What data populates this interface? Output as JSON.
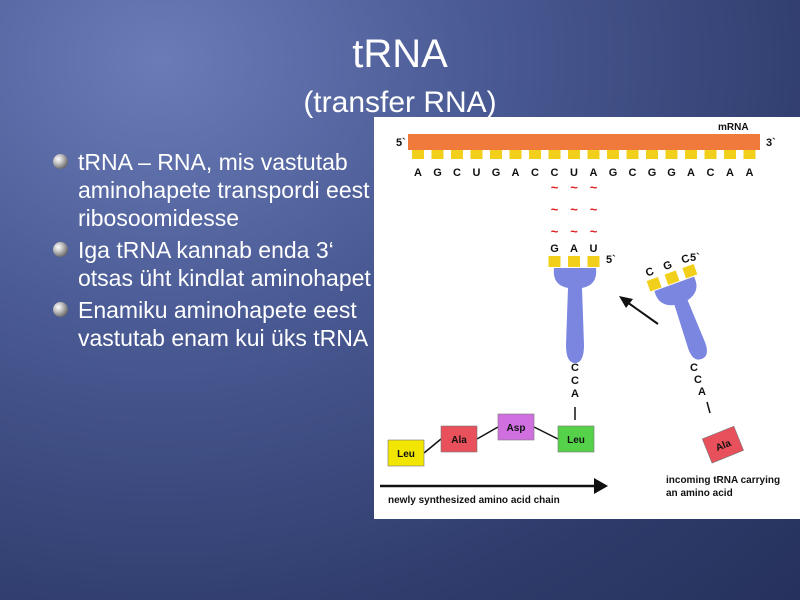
{
  "slide": {
    "title": "tRNA",
    "subtitle": "(transfer RNA)",
    "bullets": [
      "tRNA – RNA, mis vastutab aminohapete transpordi eest ribosoomidesse",
      "Iga tRNA kannab enda 3‘ otsas üht kindlat aminohapet",
      "Enamiku aminohapete eest vastutab enam kui üks tRNA"
    ]
  },
  "diagram": {
    "mrna_label": "mRNA",
    "five_prime": "5`",
    "three_prime": "3`",
    "codon_sequence": [
      "A",
      "G",
      "C",
      "U",
      "G",
      "A",
      "C",
      "C",
      "U",
      "A",
      "G",
      "C",
      "G",
      "G",
      "A",
      "C",
      "A",
      "A"
    ],
    "pairing_mark": "~",
    "anticodon_bound": [
      "G",
      "A",
      "U"
    ],
    "anticodon_incoming": [
      "C",
      "G",
      "C"
    ],
    "cca": [
      "C",
      "C",
      "A"
    ],
    "amino_chain": [
      {
        "name": "Leu",
        "color": "#f2e600"
      },
      {
        "name": "Ala",
        "color": "#e8505b"
      },
      {
        "name": "Asp",
        "color": "#d070e0"
      },
      {
        "name": "Leu",
        "color": "#55d24a"
      }
    ],
    "incoming_amino": {
      "name": "Ala",
      "color": "#e8505b"
    },
    "chain_caption": "newly synthesized amino acid chain",
    "incoming_caption_1": "incoming tRNA carrying",
    "incoming_caption_2": "an amino acid",
    "colors": {
      "mrna_strand": "#f07a3c",
      "base_block": "#f2cf1a",
      "trna": "#7a86e0",
      "pairing": "#e02020"
    }
  }
}
